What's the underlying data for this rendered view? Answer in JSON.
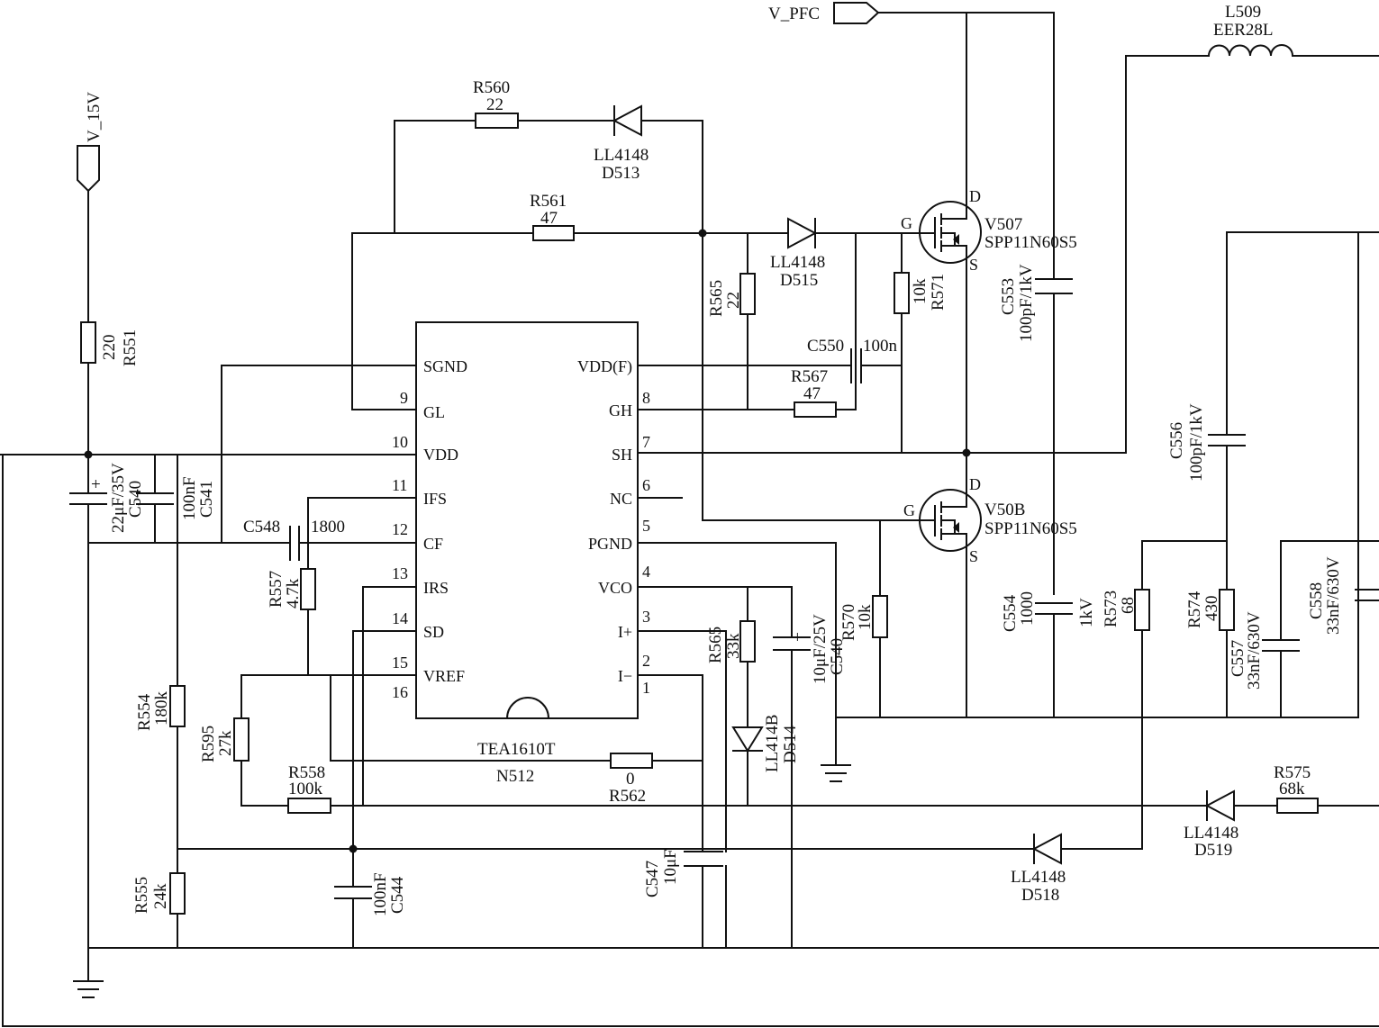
{
  "ports": {
    "vpfc": "V_PFC",
    "v15": "V_15V"
  },
  "ic": {
    "ref": "N512",
    "part": "TEA1610T",
    "pins_left": [
      {
        "num": "",
        "name": "SGND"
      },
      {
        "num": "9",
        "name": "GL"
      },
      {
        "num": "10",
        "name": "VDD"
      },
      {
        "num": "11",
        "name": "IFS"
      },
      {
        "num": "12",
        "name": "CF"
      },
      {
        "num": "13",
        "name": "IRS"
      },
      {
        "num": "14",
        "name": "SD"
      },
      {
        "num": "15",
        "name": "VREF"
      },
      {
        "num": "16",
        "name": ""
      }
    ],
    "pins_right": [
      {
        "num": "",
        "name": "VDD(F)"
      },
      {
        "num": "8",
        "name": "GH"
      },
      {
        "num": "7",
        "name": "SH"
      },
      {
        "num": "6",
        "name": "NC"
      },
      {
        "num": "5",
        "name": "PGND"
      },
      {
        "num": "4",
        "name": "VCO"
      },
      {
        "num": "3",
        "name": "I+"
      },
      {
        "num": "2",
        "name": "I−"
      },
      {
        "num": "1",
        "name": ""
      }
    ]
  },
  "mosfets": {
    "v507": {
      "ref": "V507",
      "part": "SPP11N60S5",
      "d": "D",
      "g": "G",
      "s": "S"
    },
    "v508": {
      "ref": "V50B",
      "part": "SPP11N60S5",
      "d": "D",
      "g": "G",
      "s": "S"
    }
  },
  "inductor": {
    "ref": "L509",
    "value": "EER28L"
  },
  "resistors": {
    "r560": {
      "ref": "R560",
      "value": "22"
    },
    "r561": {
      "ref": "R561",
      "value": "47"
    },
    "r565a": {
      "ref": "R565",
      "value": "22"
    },
    "r571": {
      "ref": "R571",
      "value": "10k"
    },
    "r567": {
      "ref": "R567",
      "value": "47"
    },
    "r551": {
      "ref": "R551",
      "value": "220"
    },
    "r557": {
      "ref": "R557",
      "value": "4.7k"
    },
    "r554": {
      "ref": "R554",
      "value": "180k"
    },
    "r595": {
      "ref": "R595",
      "value": "27k"
    },
    "r558": {
      "ref": "R558",
      "value": "100k"
    },
    "r562": {
      "ref": "R562",
      "value": "0"
    },
    "r565b": {
      "ref": "R565",
      "value": "33k"
    },
    "r570": {
      "ref": "R570",
      "value": "10k"
    },
    "r573": {
      "ref": "R573",
      "value": "68"
    },
    "r574": {
      "ref": "R574",
      "value": "430"
    },
    "r575": {
      "ref": "R575",
      "value": "68k"
    },
    "r555": {
      "ref": "R555",
      "value": "24k"
    }
  },
  "capacitors": {
    "c553": {
      "ref": "C553",
      "value": "100pF/1kV"
    },
    "c550": {
      "ref": "C550",
      "value": "100n"
    },
    "c540": {
      "ref": "C540",
      "value": "22μF/35V"
    },
    "c541": {
      "ref": "C541",
      "value": "100nF"
    },
    "c548": {
      "ref": "C548",
      "value": "1800"
    },
    "c556": {
      "ref": "C556",
      "value": "100pF/1kV"
    },
    "c546": {
      "ref": "C540",
      "value": "10μF/25V"
    },
    "c554": {
      "ref": "C554",
      "value": "1000"
    },
    "c554v": {
      "value": "1kV"
    },
    "c557": {
      "ref": "C557",
      "value": "33nF/630V"
    },
    "c558": {
      "ref": "C558",
      "value": "33nF/630V"
    },
    "c547": {
      "ref": "C547",
      "value": "10μF"
    },
    "c544": {
      "ref": "C544",
      "value": "100nF"
    }
  },
  "diodes": {
    "d513": {
      "ref": "D513",
      "part": "LL4148"
    },
    "d515": {
      "ref": "D515",
      "part": "LL4148"
    },
    "d514": {
      "ref": "D514",
      "part": "LL414B"
    },
    "d519": {
      "ref": "D519",
      "part": "LL4148"
    },
    "d518": {
      "ref": "D518",
      "part": "LL4148"
    }
  }
}
